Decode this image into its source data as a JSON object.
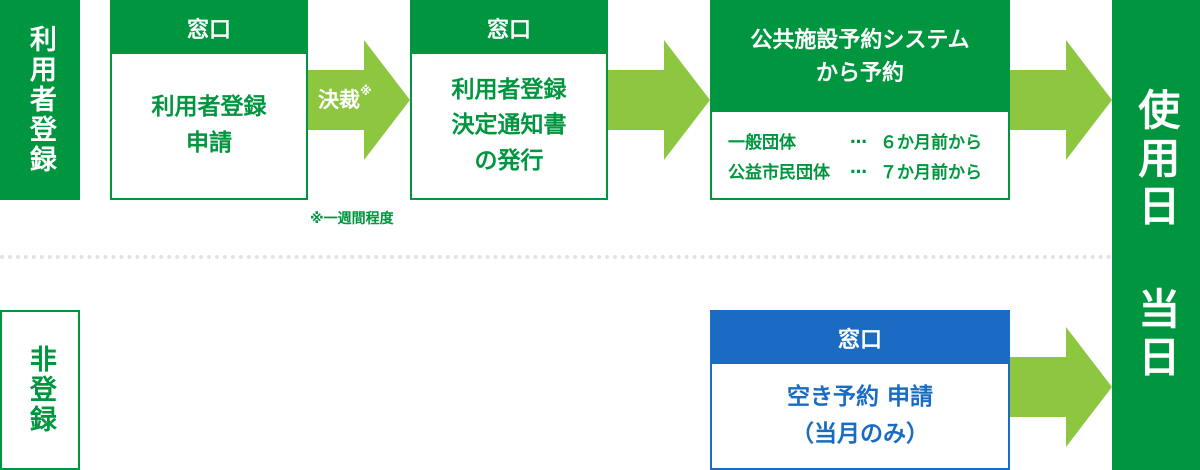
{
  "rows": {
    "registered_label": "利用者登録",
    "unregistered_label": "非登録"
  },
  "steps": {
    "apply": {
      "head": "窓口",
      "body": [
        "利用者登録",
        "申請"
      ]
    },
    "approval": {
      "label": "決裁",
      "mark": "※",
      "note": "※一週間程度"
    },
    "issue": {
      "head": "窓口",
      "body": [
        "利用者登録",
        "決定通知書",
        "の発行"
      ]
    },
    "system": {
      "head": [
        "公共施設予約システム",
        "から予約"
      ],
      "tiers": [
        {
          "name": "一般団体",
          "sep": "…",
          "period": "６か月前から"
        },
        {
          "name": "公益市民団体",
          "sep": "…",
          "period": "７か月前から"
        }
      ]
    },
    "vacancy": {
      "head": "窓口",
      "body": [
        "空き予約 申請",
        "（当月のみ）"
      ]
    }
  },
  "usage_day": "使用日 当日",
  "colors": {
    "green": "#00963f",
    "arrow": "#8dc63f",
    "blue": "#1a6cc2"
  }
}
